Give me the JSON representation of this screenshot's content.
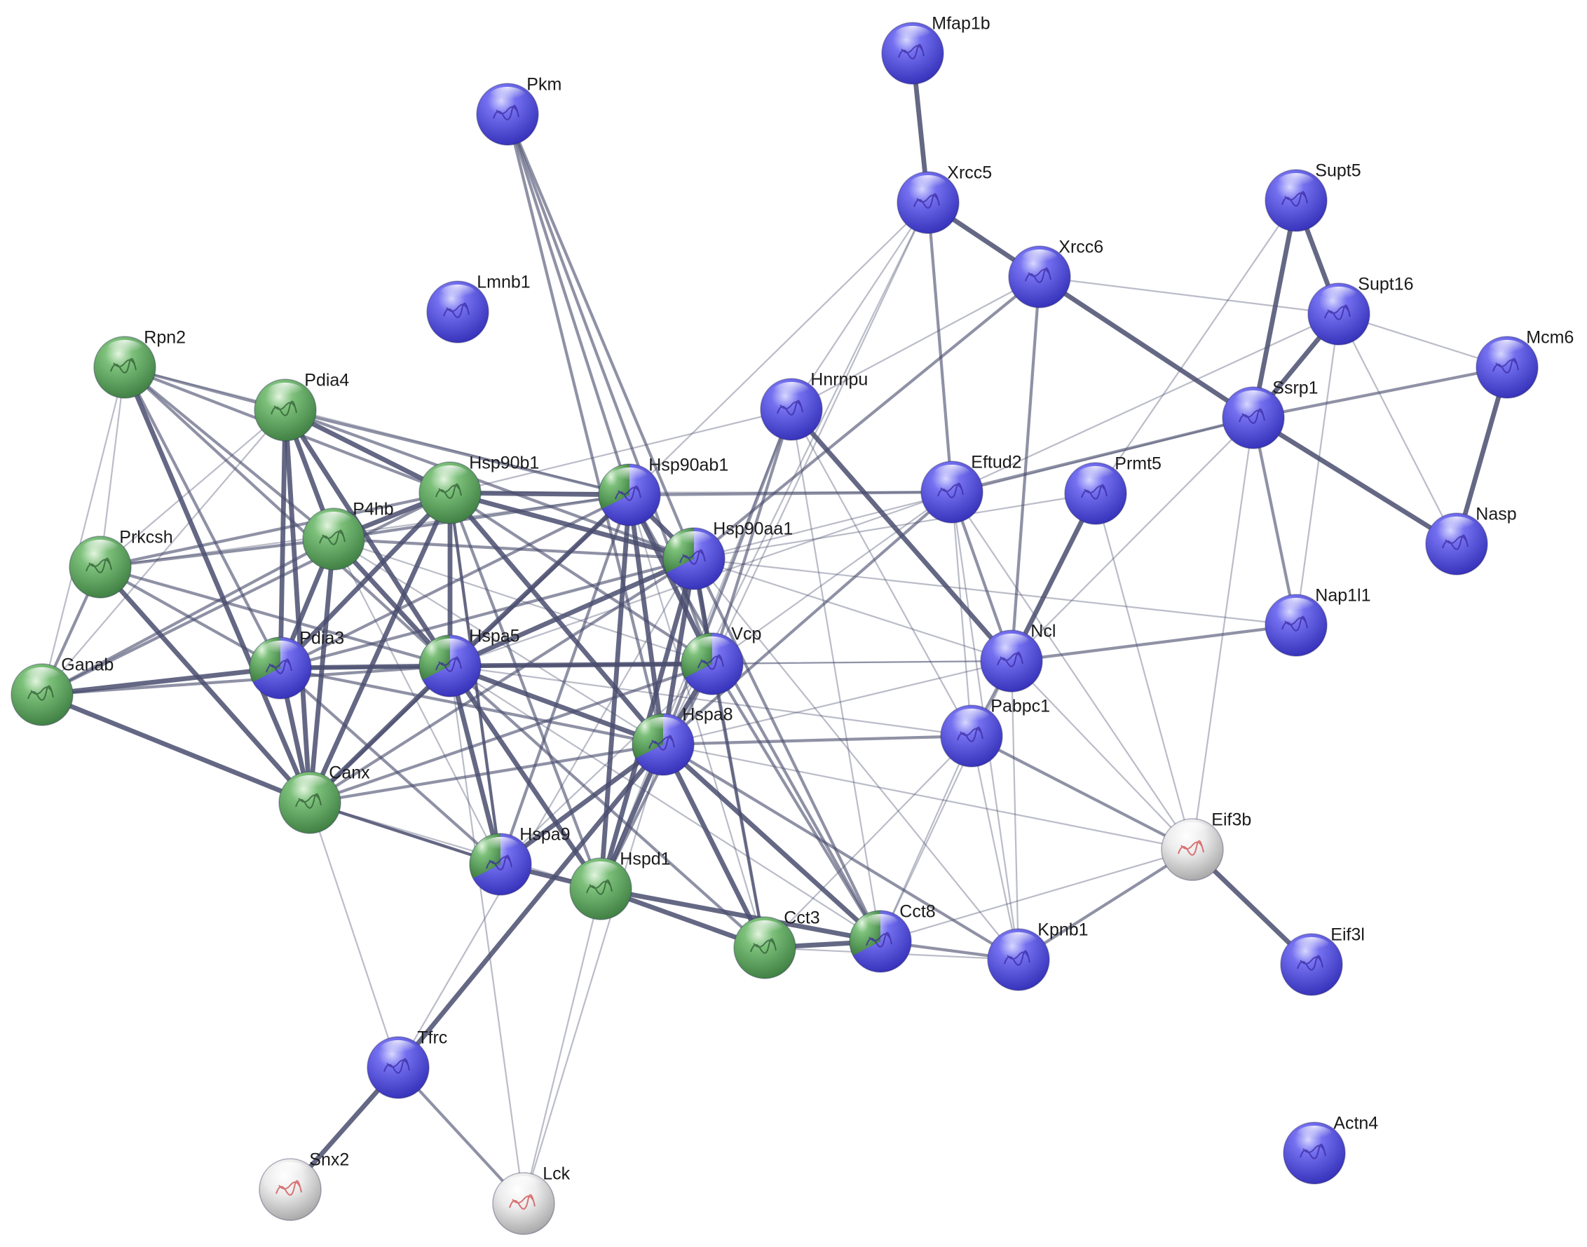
{
  "colors": {
    "blue": "#6b66e8",
    "green": "#5fa85f",
    "white": "#e4e4e4",
    "edge": "#4a4e6e",
    "background": "#ffffff"
  },
  "nodes": [
    {
      "id": "Mfap1b",
      "label": "Mfap1b",
      "color": "blue"
    },
    {
      "id": "Pkm",
      "label": "Pkm",
      "color": "blue"
    },
    {
      "id": "Xrcc5",
      "label": "Xrcc5",
      "color": "blue"
    },
    {
      "id": "Supt5",
      "label": "Supt5",
      "color": "blue"
    },
    {
      "id": "Xrcc6",
      "label": "Xrcc6",
      "color": "blue"
    },
    {
      "id": "Lmnb1",
      "label": "Lmnb1",
      "color": "blue"
    },
    {
      "id": "Supt16",
      "label": "Supt16",
      "color": "blue"
    },
    {
      "id": "Rpn2",
      "label": "Rpn2",
      "color": "green"
    },
    {
      "id": "Mcm6",
      "label": "Mcm6",
      "color": "blue"
    },
    {
      "id": "Pdia4",
      "label": "Pdia4",
      "color": "green"
    },
    {
      "id": "Hnrnpu",
      "label": "Hnrnpu",
      "color": "blue"
    },
    {
      "id": "Ssrp1",
      "label": "Ssrp1",
      "color": "blue"
    },
    {
      "id": "Hsp90b1",
      "label": "Hsp90b1",
      "color": "green"
    },
    {
      "id": "Hsp90ab1",
      "label": "Hsp90ab1",
      "color": "split-green-blue"
    },
    {
      "id": "Eftud2",
      "label": "Eftud2",
      "color": "blue"
    },
    {
      "id": "Prmt5",
      "label": "Prmt5",
      "color": "blue"
    },
    {
      "id": "P4hb",
      "label": "P4hb",
      "color": "green"
    },
    {
      "id": "Prkcsh",
      "label": "Prkcsh",
      "color": "green"
    },
    {
      "id": "Hsp90aa1",
      "label": "Hsp90aa1",
      "color": "split-green-blue"
    },
    {
      "id": "Nasp",
      "label": "Nasp",
      "color": "blue"
    },
    {
      "id": "Nap1l1",
      "label": "Nap1l1",
      "color": "blue"
    },
    {
      "id": "Pdia3",
      "label": "Pdia3",
      "color": "split-green-blue"
    },
    {
      "id": "Hspa5",
      "label": "Hspa5",
      "color": "split-green-blue"
    },
    {
      "id": "Vcp",
      "label": "Vcp",
      "color": "split-green-blue"
    },
    {
      "id": "Ncl",
      "label": "Ncl",
      "color": "blue"
    },
    {
      "id": "Ganab",
      "label": "Ganab",
      "color": "green"
    },
    {
      "id": "Hspa8",
      "label": "Hspa8",
      "color": "split-green-blue"
    },
    {
      "id": "Pabpc1",
      "label": "Pabpc1",
      "color": "blue"
    },
    {
      "id": "Canx",
      "label": "Canx",
      "color": "green"
    },
    {
      "id": "Eif3b",
      "label": "Eif3b",
      "color": "white"
    },
    {
      "id": "Hspa9",
      "label": "Hspa9",
      "color": "split-green-blue"
    },
    {
      "id": "Hspd1",
      "label": "Hspd1",
      "color": "green"
    },
    {
      "id": "Cct3",
      "label": "Cct3",
      "color": "green"
    },
    {
      "id": "Cct8",
      "label": "Cct8",
      "color": "split-green-blue"
    },
    {
      "id": "Kpnb1",
      "label": "Kpnb1",
      "color": "blue"
    },
    {
      "id": "Eif3l",
      "label": "Eif3l",
      "color": "blue"
    },
    {
      "id": "Tfrc",
      "label": "Tfrc",
      "color": "blue"
    },
    {
      "id": "Actn4",
      "label": "Actn4",
      "color": "blue"
    },
    {
      "id": "Snx2",
      "label": "Snx2",
      "color": "white"
    },
    {
      "id": "Lck",
      "label": "Lck",
      "color": "white"
    }
  ],
  "edges": [
    [
      "Mfap1b",
      "Xrcc5",
      3
    ],
    [
      "Xrcc5",
      "Xrcc6",
      3
    ],
    [
      "Xrcc5",
      "Eftud2",
      2
    ],
    [
      "Xrcc5",
      "Hnrnpu",
      1
    ],
    [
      "Xrcc5",
      "Hsp90ab1",
      1
    ],
    [
      "Xrcc5",
      "Hspa8",
      1
    ],
    [
      "Xrcc5",
      "Vcp",
      1
    ],
    [
      "Xrcc6",
      "Ssrp1",
      3
    ],
    [
      "Xrcc6",
      "Supt16",
      1
    ],
    [
      "Xrcc6",
      "Ncl",
      2
    ],
    [
      "Xrcc6",
      "Hsp90aa1",
      2
    ],
    [
      "Xrcc6",
      "Hnrnpu",
      1
    ],
    [
      "Supt5",
      "Supt16",
      3
    ],
    [
      "Supt5",
      "Ssrp1",
      3
    ],
    [
      "Supt5",
      "Prmt5",
      1
    ],
    [
      "Supt16",
      "Ssrp1",
      3
    ],
    [
      "Supt16",
      "Mcm6",
      1
    ],
    [
      "Supt16",
      "Nasp",
      1
    ],
    [
      "Supt16",
      "Nap1l1",
      1
    ],
    [
      "Supt16",
      "Eftud2",
      1
    ],
    [
      "Mcm6",
      "Nasp",
      3
    ],
    [
      "Mcm6",
      "Ssrp1",
      2
    ],
    [
      "Ssrp1",
      "Nasp",
      3
    ],
    [
      "Ssrp1",
      "Nap1l1",
      2
    ],
    [
      "Ssrp1",
      "Eftud2",
      2
    ],
    [
      "Ssrp1",
      "Eif3b",
      1
    ],
    [
      "Ssrp1",
      "Hsp90aa1",
      1
    ],
    [
      "Ssrp1",
      "Ncl",
      1
    ],
    [
      "Prmt5",
      "Ncl",
      3
    ],
    [
      "Prmt5",
      "Eif3b",
      1
    ],
    [
      "Prmt5",
      "Hsp90aa1",
      1
    ],
    [
      "Eftud2",
      "Ncl",
      2
    ],
    [
      "Eftud2",
      "Hsp90ab1",
      2
    ],
    [
      "Eftud2",
      "Hspa8",
      2
    ],
    [
      "Eftud2",
      "Hspa5",
      1
    ],
    [
      "Eftud2",
      "Eif3b",
      1
    ],
    [
      "Eftud2",
      "Kpnb1",
      1
    ],
    [
      "Eftud2",
      "Pabpc1",
      1
    ],
    [
      "Hnrnpu",
      "Ncl",
      3
    ],
    [
      "Hnrnpu",
      "Hspa8",
      2
    ],
    [
      "Hnrnpu",
      "Vcp",
      2
    ],
    [
      "Hnrnpu",
      "Hsp90b1",
      1
    ],
    [
      "Hnrnpu",
      "Pabpc1",
      1
    ],
    [
      "Hnrnpu",
      "Cct8",
      1
    ],
    [
      "Ncl",
      "Pabpc1",
      2
    ],
    [
      "Ncl",
      "Nap1l1",
      2
    ],
    [
      "Ncl",
      "Kpnb1",
      1
    ],
    [
      "Ncl",
      "Hspa8",
      1
    ],
    [
      "Ncl",
      "Hsp90aa1",
      1
    ],
    [
      "Ncl",
      "Vcp",
      1
    ],
    [
      "Ncl",
      "Eif3b",
      1
    ],
    [
      "Ncl",
      "Cct8",
      1
    ],
    [
      "Ncl",
      "Hspa5",
      1
    ],
    [
      "Pabpc1",
      "Hspa8",
      2
    ],
    [
      "Pabpc1",
      "Eif3b",
      2
    ],
    [
      "Pabpc1",
      "Kpnb1",
      1
    ],
    [
      "Pabpc1",
      "Cct3",
      1
    ],
    [
      "Pabpc1",
      "Cct8",
      1
    ],
    [
      "Pabpc1",
      "Hspa5",
      1
    ],
    [
      "Eif3b",
      "Eif3l",
      3
    ],
    [
      "Eif3b",
      "Kpnb1",
      2
    ],
    [
      "Eif3b",
      "Cct8",
      1
    ],
    [
      "Eif3b",
      "Hspa8",
      1
    ],
    [
      "Kpnb1",
      "Cct8",
      2
    ],
    [
      "Kpnb1",
      "Hspa8",
      2
    ],
    [
      "Kpnb1",
      "Cct3",
      1
    ],
    [
      "Kpnb1",
      "Hsp90aa1",
      1
    ],
    [
      "Cct3",
      "Cct8",
      3
    ],
    [
      "Cct3",
      "Hspd1",
      3
    ],
    [
      "Cct3",
      "Hspa8",
      3
    ],
    [
      "Cct3",
      "Hsp90aa1",
      2
    ],
    [
      "Cct3",
      "Vcp",
      2
    ],
    [
      "Cct3",
      "Hspa5",
      2
    ],
    [
      "Cct3",
      "Hsp90ab1",
      1
    ],
    [
      "Cct8",
      "Hspd1",
      3
    ],
    [
      "Cct8",
      "Hspa8",
      3
    ],
    [
      "Cct8",
      "Vcp",
      2
    ],
    [
      "Cct8",
      "Hsp90ab1",
      2
    ],
    [
      "Cct8",
      "Hsp90aa1",
      2
    ],
    [
      "Cct8",
      "Hspa5",
      1
    ],
    [
      "Hspd1",
      "Hspa9",
      3
    ],
    [
      "Hspd1",
      "Hspa8",
      3
    ],
    [
      "Hspd1",
      "Hspa5",
      3
    ],
    [
      "Hspd1",
      "Hsp90ab1",
      3
    ],
    [
      "Hspd1",
      "Hsp90aa1",
      3
    ],
    [
      "Hspd1",
      "Vcp",
      2
    ],
    [
      "Hspd1",
      "Hsp90b1",
      2
    ],
    [
      "Hspd1",
      "Canx",
      1
    ],
    [
      "Hspd1",
      "Lck",
      1
    ],
    [
      "Hspa9",
      "Hspa8",
      3
    ],
    [
      "Hspa9",
      "Hspa5",
      3
    ],
    [
      "Hspa9",
      "Hsp90ab1",
      2
    ],
    [
      "Hspa9",
      "Canx",
      2
    ],
    [
      "Hspa9",
      "Hsp90b1",
      2
    ],
    [
      "Hspa9",
      "Pdia3",
      2
    ],
    [
      "Hspa9",
      "P4hb",
      1
    ],
    [
      "Hspa9",
      "Vcp",
      1
    ],
    [
      "Hspa8",
      "Hspa5",
      3
    ],
    [
      "Hspa8",
      "Vcp",
      3
    ],
    [
      "Hspa8",
      "Hsp90ab1",
      3
    ],
    [
      "Hspa8",
      "Hsp90aa1",
      3
    ],
    [
      "Hspa8",
      "Hsp90b1",
      3
    ],
    [
      "Hspa8",
      "Canx",
      2
    ],
    [
      "Hspa8",
      "Tfrc",
      3
    ],
    [
      "Hspa8",
      "Pdia3",
      2
    ],
    [
      "Hspa8",
      "P4hb",
      1
    ],
    [
      "Hspa8",
      "Lck",
      1
    ],
    [
      "Vcp",
      "Hspa5",
      3
    ],
    [
      "Vcp",
      "Hsp90ab1",
      3
    ],
    [
      "Vcp",
      "Hsp90aa1",
      3
    ],
    [
      "Vcp",
      "Hsp90b1",
      2
    ],
    [
      "Vcp",
      "Pdia3",
      2
    ],
    [
      "Vcp",
      "Canx",
      2
    ],
    [
      "Vcp",
      "Pkm",
      2
    ],
    [
      "Vcp",
      "P4hb",
      1
    ],
    [
      "Hspa5",
      "Hsp90b1",
      3
    ],
    [
      "Hspa5",
      "Pdia3",
      3
    ],
    [
      "Hspa5",
      "Canx",
      3
    ],
    [
      "Hspa5",
      "P4hb",
      3
    ],
    [
      "Hspa5",
      "Pdia4",
      3
    ],
    [
      "Hspa5",
      "Hsp90ab1",
      3
    ],
    [
      "Hspa5",
      "Hsp90aa1",
      3
    ],
    [
      "Hspa5",
      "Ganab",
      2
    ],
    [
      "Hspa5",
      "Rpn2",
      2
    ],
    [
      "Hspa5",
      "Prkcsh",
      2
    ],
    [
      "Hsp90aa1",
      "Hsp90ab1",
      3
    ],
    [
      "Hsp90aa1",
      "Hsp90b1",
      3
    ],
    [
      "Hsp90aa1",
      "Pdia3",
      2
    ],
    [
      "Hsp90aa1",
      "Pdia4",
      2
    ],
    [
      "Hsp90aa1",
      "Canx",
      2
    ],
    [
      "Hsp90aa1",
      "P4hb",
      2
    ],
    [
      "Hsp90aa1",
      "Pkm",
      2
    ],
    [
      "Hsp90aa1",
      "Tfrc",
      1
    ],
    [
      "Hsp90ab1",
      "Hsp90b1",
      3
    ],
    [
      "Hsp90ab1",
      "Canx",
      2
    ],
    [
      "Hsp90ab1",
      "P4hb",
      2
    ],
    [
      "Hsp90ab1",
      "Pdia3",
      2
    ],
    [
      "Hsp90ab1",
      "Pdia4",
      2
    ],
    [
      "Hsp90ab1",
      "Pkm",
      2
    ],
    [
      "Hsp90ab1",
      "Prkcsh",
      1
    ],
    [
      "Hsp90b1",
      "Pdia3",
      3
    ],
    [
      "Hsp90b1",
      "P4hb",
      3
    ],
    [
      "Hsp90b1",
      "Pdia4",
      3
    ],
    [
      "Hsp90b1",
      "Canx",
      3
    ],
    [
      "Hsp90b1",
      "Rpn2",
      2
    ],
    [
      "Hsp90b1",
      "Ganab",
      2
    ],
    [
      "Hsp90b1",
      "Prkcsh",
      2
    ],
    [
      "Hsp90b1",
      "Hspa9",
      2
    ],
    [
      "Pdia3",
      "P4hb",
      3
    ],
    [
      "Pdia3",
      "Pdia4",
      3
    ],
    [
      "Pdia3",
      "Canx",
      3
    ],
    [
      "Pdia3",
      "Ganab",
      3
    ],
    [
      "Pdia3",
      "Rpn2",
      2
    ],
    [
      "Pdia3",
      "Prkcsh",
      2
    ],
    [
      "P4hb",
      "Pdia4",
      3
    ],
    [
      "P4hb",
      "Canx",
      3
    ],
    [
      "P4hb",
      "Rpn2",
      2
    ],
    [
      "P4hb",
      "Ganab",
      2
    ],
    [
      "P4hb",
      "Prkcsh",
      2
    ],
    [
      "Pdia4",
      "Canx",
      3
    ],
    [
      "Pdia4",
      "Rpn2",
      2
    ],
    [
      "Pdia4",
      "Prkcsh",
      1
    ],
    [
      "Pdia4",
      "Ganab",
      1
    ],
    [
      "Rpn2",
      "Canx",
      3
    ],
    [
      "Rpn2",
      "Prkcsh",
      1
    ],
    [
      "Rpn2",
      "Ganab",
      1
    ],
    [
      "Rpn2",
      "Hsp90ab1",
      1
    ],
    [
      "Prkcsh",
      "Ganab",
      2
    ],
    [
      "Prkcsh",
      "Canx",
      3
    ],
    [
      "Ganab",
      "Canx",
      3
    ],
    [
      "Canx",
      "Tfrc",
      1
    ],
    [
      "Tfrc",
      "Snx2",
      3
    ],
    [
      "Tfrc",
      "Lck",
      2
    ],
    [
      "Hspa5",
      "Lck",
      1
    ],
    [
      "Pkm",
      "Hspa8",
      2
    ],
    [
      "Hnrnpu",
      "Hspd1",
      1
    ],
    [
      "Hsp90aa1",
      "Nap1l1",
      1
    ],
    [
      "Eftud2",
      "Vcp",
      1
    ],
    [
      "Hsp90b1",
      "Eftud2",
      1
    ],
    [
      "Canx",
      "Hspa9",
      2
    ]
  ]
}
